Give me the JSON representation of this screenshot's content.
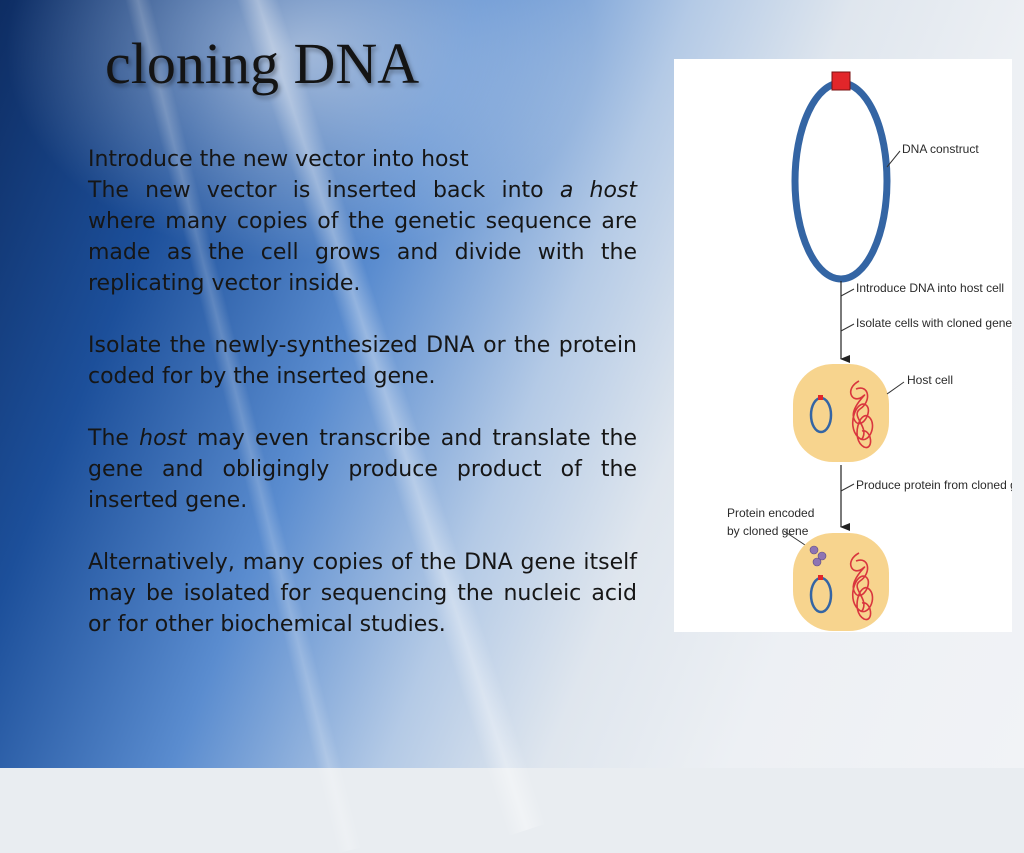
{
  "slide": {
    "title": "cloning DNA",
    "paragraphs": {
      "p1_heading": "Introduce the new vector into host",
      "p1_pre": "The new vector is inserted back into ",
      "p1_em": "a host",
      "p1_post": " where many copies of the genetic sequence are made as the cell grows and divide with the replicating vector inside.",
      "p2": "Isolate the newly-synthesized DNA or the protein coded for by the inserted gene.",
      "p3_pre": "The ",
      "p3_em": "host",
      "p3_post": " may even transcribe and translate the gene and obligingly produce product of the inserted gene.",
      "p4": "Alternatively, many copies of the DNA gene itself may be isolated for sequencing the nucleic acid or for other biochemical studies."
    }
  },
  "figure": {
    "labels": {
      "dna_construct": "DNA construct",
      "introduce": "Introduce DNA into host cell",
      "isolate": "Isolate cells with cloned gene",
      "host_cell": "Host cell",
      "produce": "Produce protein from cloned gene",
      "protein_line1": "Protein encoded",
      "protein_line2": "by cloned gene"
    },
    "colors": {
      "plasmid": "#3465a4",
      "insert": "#e2262a",
      "cell_fill": "#f7d48e",
      "chromosome": "#d9363e",
      "protein": "#8e74b3"
    }
  }
}
